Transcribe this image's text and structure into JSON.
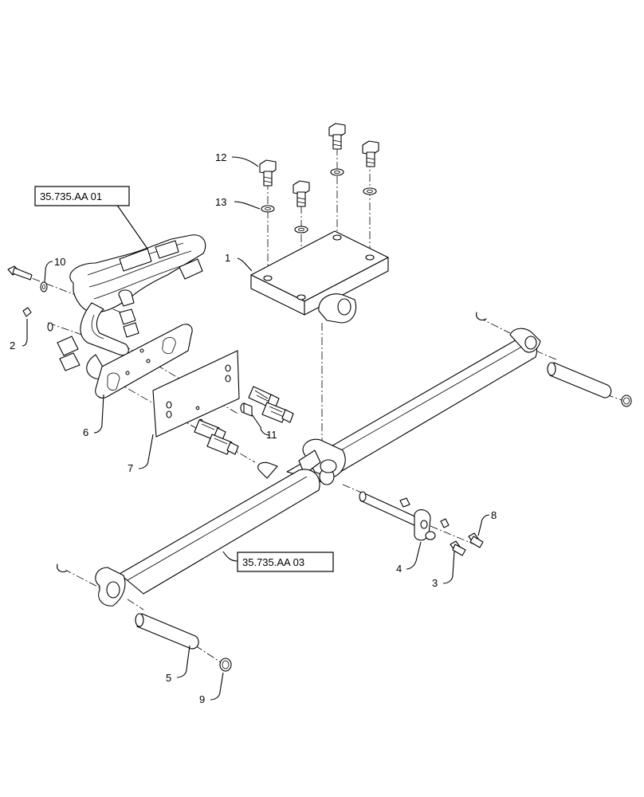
{
  "references": {
    "hose_assembly": "35.735.AA 01",
    "cylinder_assembly": "35.735.AA 03"
  },
  "callouts": {
    "c1": "1",
    "c2": "2",
    "c3": "3",
    "c4": "4",
    "c5": "5",
    "c6": "6",
    "c7": "7",
    "c8": "8",
    "c9": "9",
    "c10": "10",
    "c11": "11",
    "c12": "12",
    "c13": "13"
  }
}
